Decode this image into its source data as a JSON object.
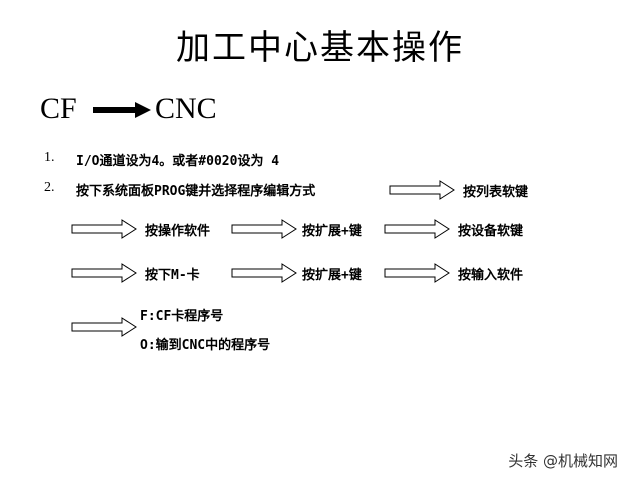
{
  "title": "加工中心基本操作",
  "header_line": {
    "from": "CF",
    "to": "CNC"
  },
  "steps": [
    {
      "number": "1.",
      "text": "I/O通道设为4。或者#0020设为 4"
    },
    {
      "number": "2.",
      "text": "按下系统面板PROG键并选择程序编辑方式"
    }
  ],
  "flow": {
    "row0": [
      "按列表软键"
    ],
    "row1": [
      "按操作软件",
      "按扩展+键",
      "按设备软键"
    ],
    "row2": [
      "按下M-卡",
      "按扩展+键",
      "按输入软件"
    ],
    "row3": [
      "F:CF卡程序号",
      "O:输到CNC中的程序号"
    ]
  },
  "watermark": "头条 @机械知网"
}
